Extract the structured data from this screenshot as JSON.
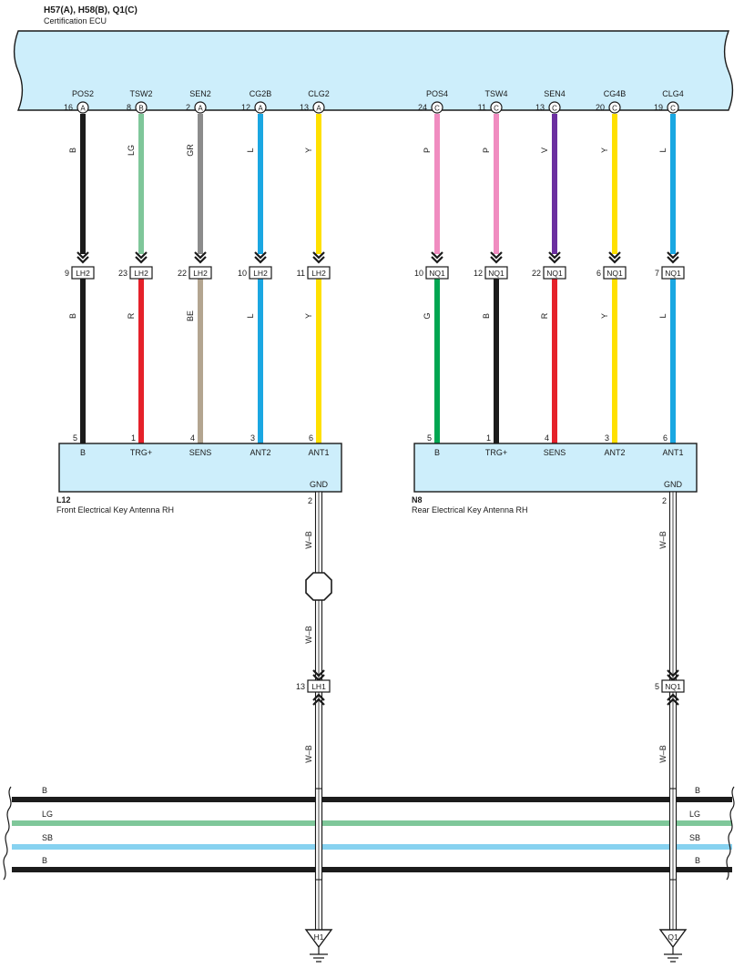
{
  "header": {
    "connectors": "H57(A), H58(B), Q1(C)",
    "ecu_name": "Certification ECU"
  },
  "colors": {
    "B": "#1c1c1c",
    "LG": "#7fc79a",
    "GR": "#8c8c8c",
    "L": "#1aa7e2",
    "Y": "#ffe000",
    "P": "#f08cc0",
    "V": "#6b2fa0",
    "R": "#e5212a",
    "BE": "#b3a590",
    "G": "#00a651",
    "SB": "#87d2f0",
    "ecu_fill": "#cdeefb",
    "component_fill": "#cdeefb"
  },
  "ecu_pins": [
    {
      "name": "POS2",
      "num": "16",
      "conn": "A",
      "color": "B"
    },
    {
      "name": "TSW2",
      "num": "8",
      "conn": "B",
      "color": "LG"
    },
    {
      "name": "SEN2",
      "num": "2",
      "conn": "A",
      "color": "GR"
    },
    {
      "name": "CG2B",
      "num": "12",
      "conn": "A",
      "color": "L"
    },
    {
      "name": "CLG2",
      "num": "13",
      "conn": "A",
      "color": "Y"
    },
    {
      "name": "POS4",
      "num": "24",
      "conn": "C",
      "color": "P"
    },
    {
      "name": "TSW4",
      "num": "11",
      "conn": "C",
      "color": "P"
    },
    {
      "name": "SEN4",
      "num": "13",
      "conn": "C",
      "color": "V"
    },
    {
      "name": "CG4B",
      "num": "20",
      "conn": "C",
      "color": "Y"
    },
    {
      "name": "CLG4",
      "num": "19",
      "conn": "C",
      "color": "L"
    }
  ],
  "junctions": [
    {
      "num": "9",
      "id": "LH2",
      "lower_color": "B"
    },
    {
      "num": "23",
      "id": "LH2",
      "lower_color": "R"
    },
    {
      "num": "22",
      "id": "LH2",
      "lower_color": "BE"
    },
    {
      "num": "10",
      "id": "LH2",
      "lower_color": "L"
    },
    {
      "num": "11",
      "id": "LH2",
      "lower_color": "Y"
    },
    {
      "num": "10",
      "id": "NQ1",
      "lower_color": "G"
    },
    {
      "num": "12",
      "id": "NQ1",
      "lower_color": "B"
    },
    {
      "num": "22",
      "id": "NQ1",
      "lower_color": "R"
    },
    {
      "num": "6",
      "id": "NQ1",
      "lower_color": "Y"
    },
    {
      "num": "7",
      "id": "NQ1",
      "lower_color": "L"
    }
  ],
  "components": [
    {
      "code": "L12",
      "name": "Front Electrical Key Antenna RH",
      "pins": [
        {
          "num": "5",
          "label": "B"
        },
        {
          "num": "1",
          "label": "TRG+"
        },
        {
          "num": "4",
          "label": "SENS"
        },
        {
          "num": "3",
          "label": "ANT2"
        },
        {
          "num": "6",
          "label": "ANT1"
        }
      ],
      "gnd_label": "GND",
      "gnd_pin": "2"
    },
    {
      "code": "N8",
      "name": "Rear Electrical Key Antenna RH",
      "pins": [
        {
          "num": "5",
          "label": "B"
        },
        {
          "num": "1",
          "label": "TRG+"
        },
        {
          "num": "4",
          "label": "SENS"
        },
        {
          "num": "3",
          "label": "ANT2"
        },
        {
          "num": "6",
          "label": "ANT1"
        }
      ],
      "gnd_label": "GND",
      "gnd_pin": "2"
    }
  ],
  "ground_wires": [
    {
      "color_label": "W–B",
      "has_splice": true,
      "junction": {
        "num": "13",
        "id": "LH1"
      },
      "ground_point": "H1"
    },
    {
      "color_label": "W–B",
      "has_splice": false,
      "junction": {
        "num": "5",
        "id": "NQ1"
      },
      "ground_point": "Q1"
    }
  ],
  "bus_lines": [
    {
      "label": "B",
      "color": "B"
    },
    {
      "label": "LG",
      "color": "LG"
    },
    {
      "label": "SB",
      "color": "SB"
    },
    {
      "label": "B",
      "color": "B"
    }
  ]
}
